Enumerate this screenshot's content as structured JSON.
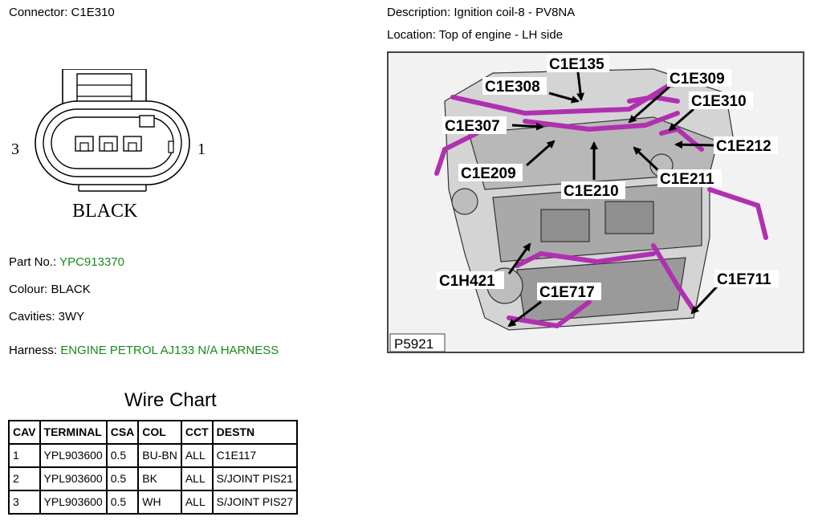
{
  "connector": {
    "id_label": "Connector: C1E310",
    "cavity_left_number": "3",
    "cavity_right_number": "1",
    "body_colour_label": "BLACK"
  },
  "description": {
    "text": "Description: Ignition coil-8 - PV8NA"
  },
  "location": {
    "text": "Location: Top of engine - LH side"
  },
  "details": {
    "part_no_label": "Part No.: ",
    "part_no_value": "YPC913370",
    "colour_label": "Colour: BLACK",
    "cavities_label": "Cavities: 3WY",
    "harness_label": "Harness: ",
    "harness_value": "ENGINE PETROL AJ133 N/A HARNESS"
  },
  "wire_chart": {
    "title": "Wire Chart",
    "columns": [
      "CAV",
      "TERMINAL",
      "CSA",
      "COL",
      "CCT",
      "DESTN"
    ],
    "rows": [
      [
        "1",
        "YPL903600",
        "0.5",
        "BU-BN",
        "ALL",
        "C1E117"
      ],
      [
        "2",
        "YPL903600",
        "0.5",
        "BK",
        "ALL",
        "S/JOINT PIS21"
      ],
      [
        "3",
        "YPL903600",
        "0.5",
        "WH",
        "ALL",
        "S/JOINT PIS27"
      ]
    ]
  },
  "engine_image": {
    "figure_code": "P5921",
    "callouts": [
      "C1E135",
      "C1E308",
      "C1E309",
      "C1E310",
      "C1E307",
      "C1E212",
      "C1E209",
      "C1E211",
      "C1E210",
      "C1H421",
      "C1E711",
      "C1E717"
    ],
    "harness_colour": "#b030b0"
  }
}
